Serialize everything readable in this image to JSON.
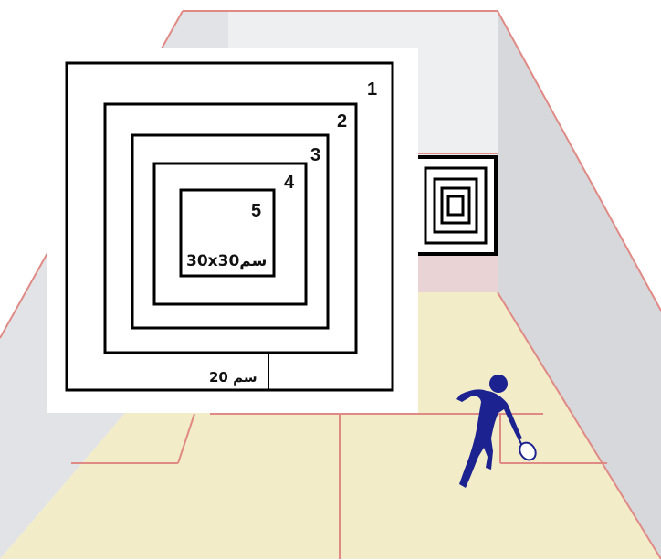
{
  "diagram": {
    "target_labels": [
      "1",
      "2",
      "3",
      "4",
      "5"
    ],
    "center_size_label": "30x30سم",
    "gap_label": "20 سم"
  },
  "colors": {
    "court_line": "#e08a86",
    "floor": "#f3ecc8",
    "wall_light": "#e7e8ea",
    "wall_mid": "#d9dadd",
    "tin": "#ead3d4",
    "player": "#1c2290",
    "ink": "#000000"
  }
}
